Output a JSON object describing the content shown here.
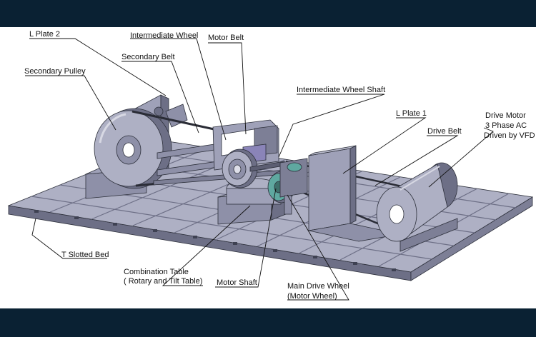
{
  "labels": {
    "l_plate_2": "L Plate 2",
    "intermediate_wheel": "Intermediate Wheel",
    "motor_belt": "Motor Belt",
    "secondary_belt": "Secondary Belt",
    "secondary_pulley": "Secondary Pulley",
    "intermediate_wheel_shaft": "Intermediate Wheel Shaft",
    "l_plate_1": "L Plate 1",
    "drive_motor_line1": "Drive Motor",
    "drive_motor_line2": "3 Phase AC",
    "drive_motor_line3": "Driven by VFD",
    "drive_belt": "Drive Belt",
    "t_slotted_bed": "T Slotted Bed",
    "combination_table_line1": "Combination Table",
    "combination_table_line2": "( Rotary and Tilt Table)",
    "motor_shaft": "Motor Shaft",
    "main_drive_wheel_line1": "Main Drive Wheel",
    "main_drive_wheel_line2": "(Motor Wheel)"
  },
  "colors": {
    "frame": "#0a2133",
    "background": "#ffffff",
    "part_light": "#aeb0c4",
    "part_mid": "#8e90a8",
    "part_dark": "#6d6f86",
    "edge": "#2c2f3a",
    "accent": "#5fa8a0"
  }
}
